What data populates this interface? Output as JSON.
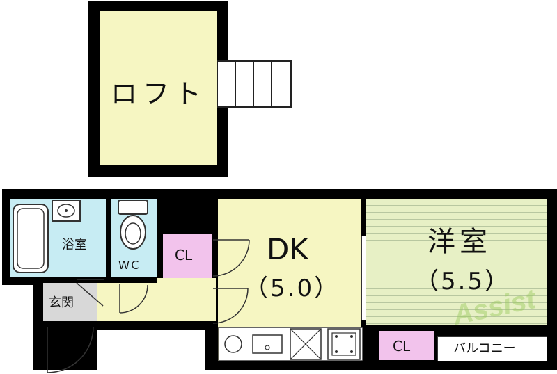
{
  "rooms": {
    "loft": {
      "label": "ロフト"
    },
    "bath": {
      "label": "浴室"
    },
    "wc": {
      "label": "ＷＣ"
    },
    "cl_left": {
      "label": "CL"
    },
    "dk": {
      "label": "DK",
      "size": "（5.0）"
    },
    "western": {
      "label": "洋室",
      "size": "（5.5）"
    },
    "cl_right": {
      "label": "CL"
    },
    "entrance": {
      "label": "玄関"
    },
    "balcony": {
      "label": "バルコニー"
    }
  },
  "watermark": {
    "text": "Assist"
  },
  "colors": {
    "wall": "#000000",
    "loft_fill": "#f6f6c2",
    "bath_fill": "#c7ecf3",
    "wc_fill": "#c7ecf3",
    "dk_fill": "#f6f6c2",
    "western_fill": "#e7f0c5",
    "closet_fill": "#f2c3ec",
    "entrance_fill": "#d8d8d8",
    "hall_fill": "#f6f6c2"
  }
}
